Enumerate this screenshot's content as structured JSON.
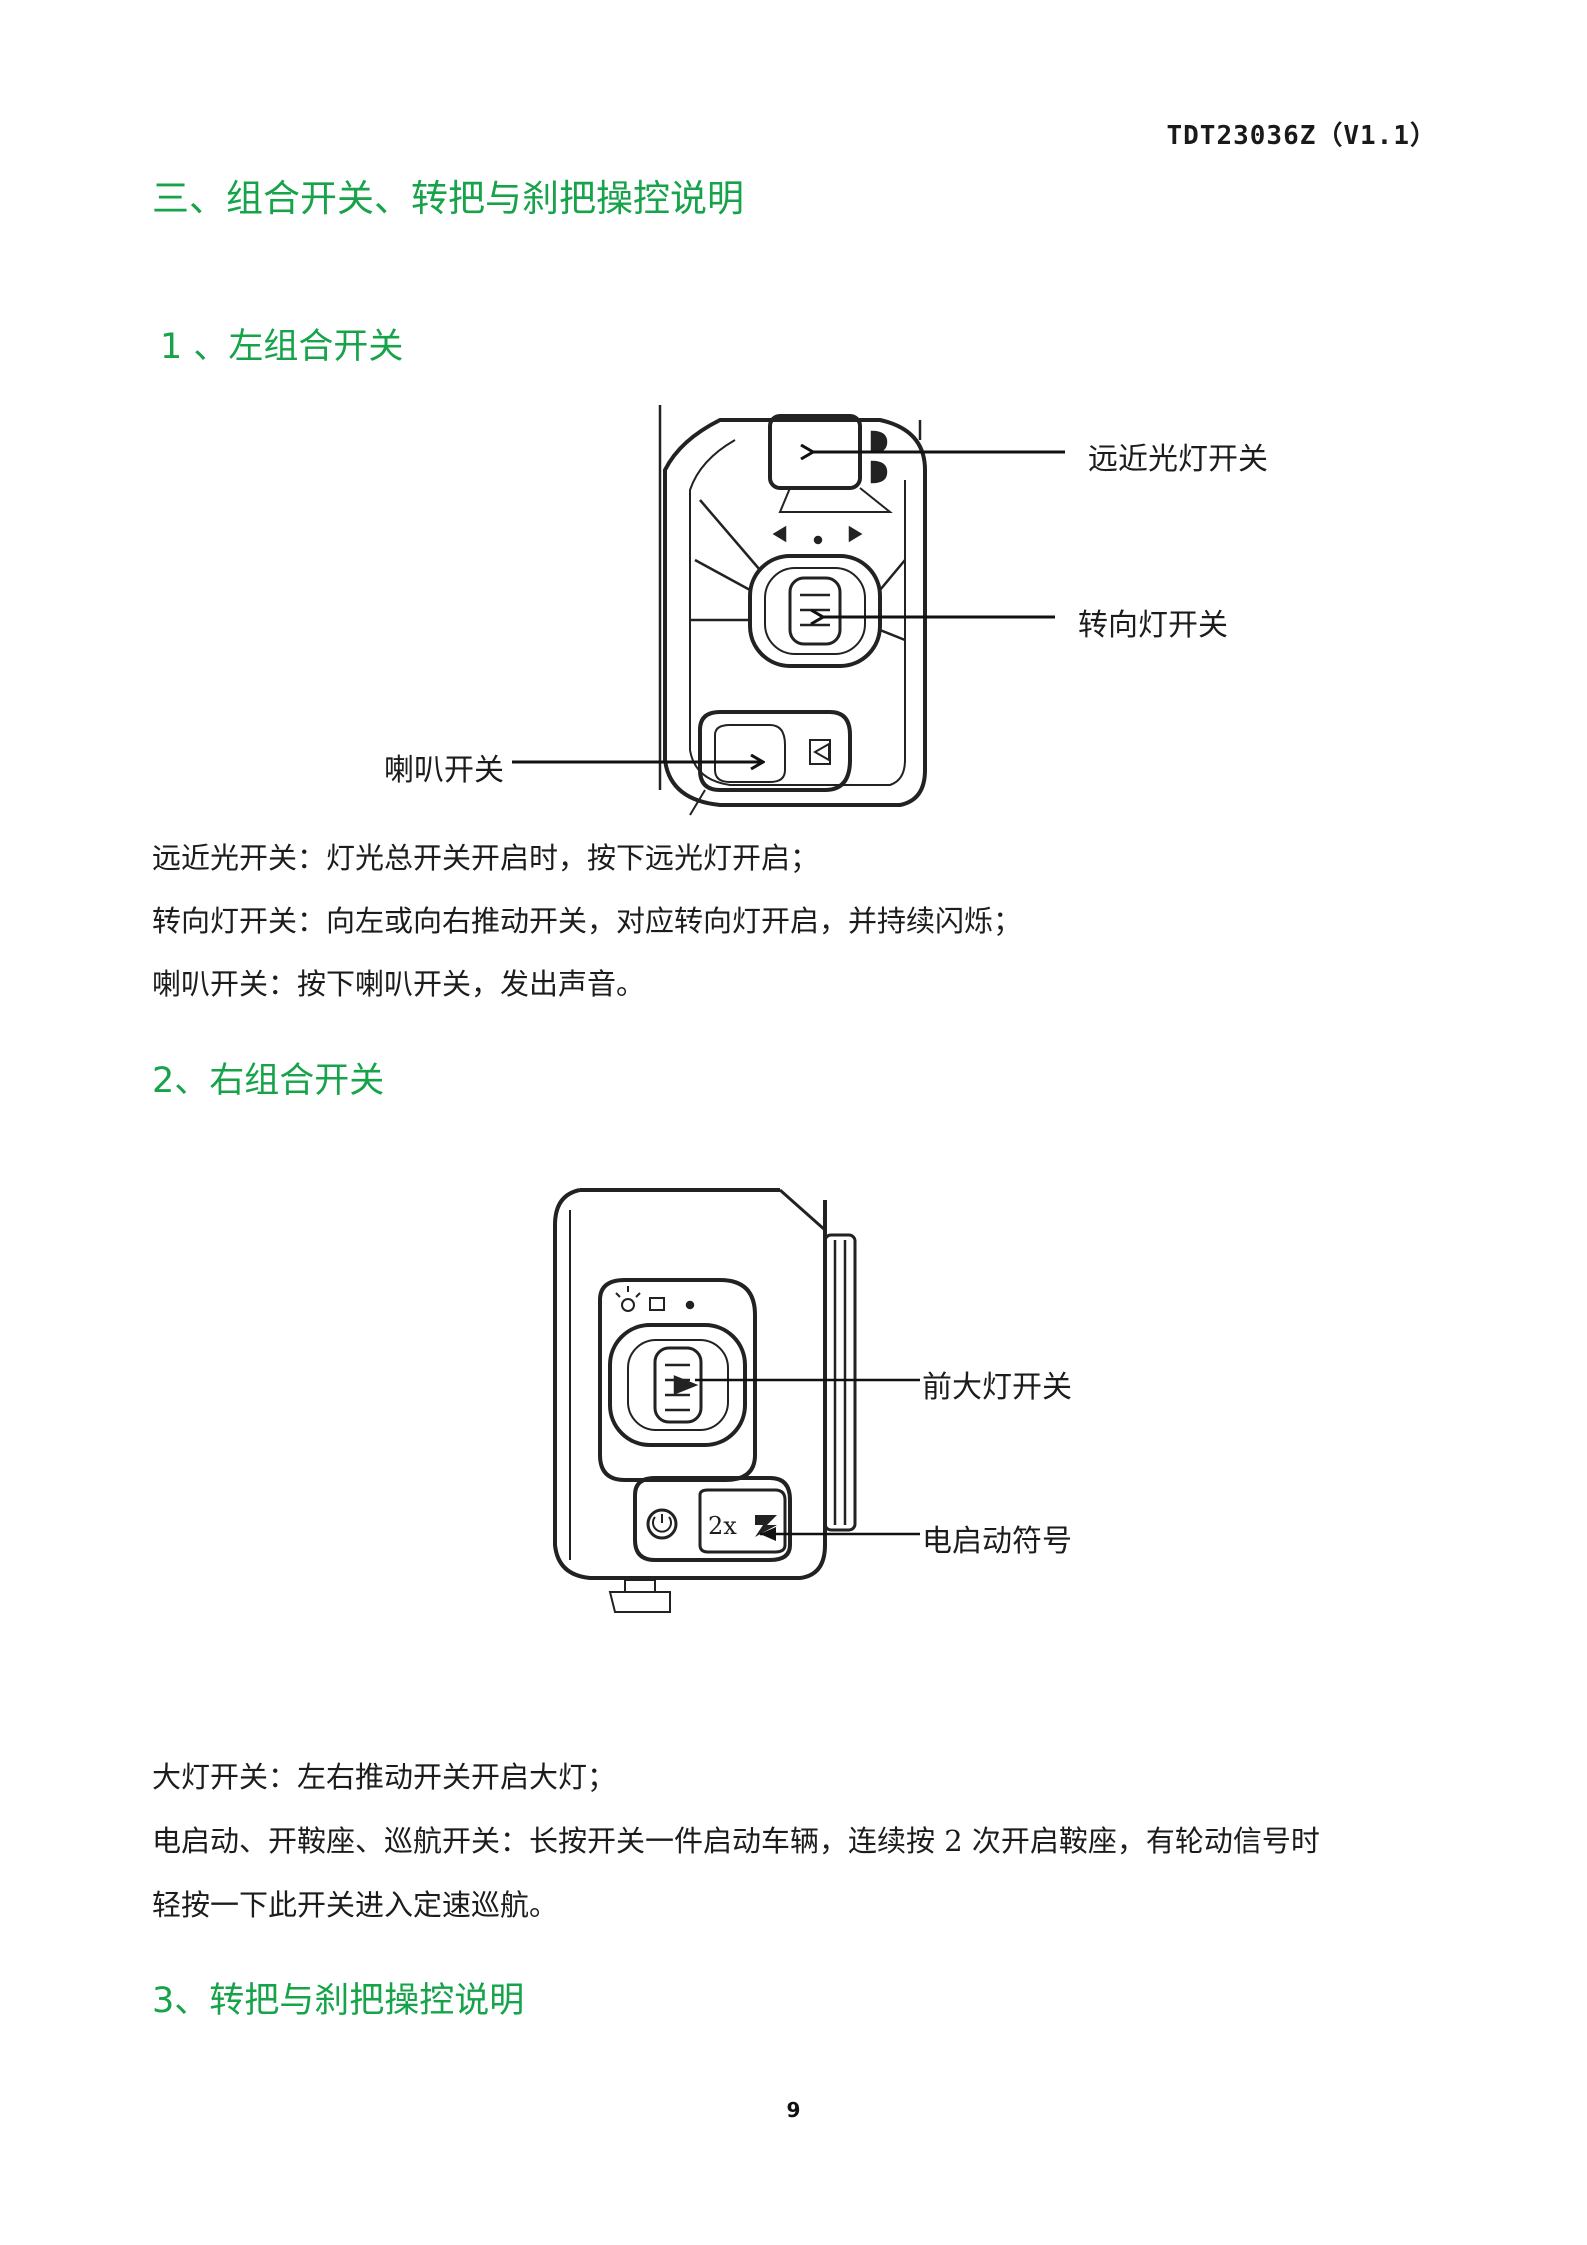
{
  "header": {
    "doc_code": "TDT23036Z（V1.1）"
  },
  "section_title": "三、组合开关、转把与刹把操控说明",
  "left_switch": {
    "heading": "1 、左组合开关",
    "callouts": {
      "beam": "远近光灯开关",
      "turn": "转向灯开关",
      "horn": "喇叭开关"
    },
    "descriptions": [
      "远近光开关：灯光总开关开启时，按下远光灯开启；",
      "转向灯开关：向左或向右推动开关，对应转向灯开启，并持续闪烁；",
      "喇叭开关：按下喇叭开关，发出声音。"
    ]
  },
  "right_switch": {
    "heading": "2、右组合开关",
    "callouts": {
      "headlight": "前大灯开关",
      "start": "电启动符号"
    },
    "button_mark": "2x",
    "descriptions": [
      "大灯开关：左右推动开关开启大灯；",
      "电启动、开鞍座、巡航开关：长按开关一件启动车辆，连续按 2 次开启鞍座，有轮动信号时",
      "轻按一下此开关进入定速巡航。"
    ]
  },
  "section3": {
    "heading": "3、转把与刹把操控说明"
  },
  "footer": {
    "page_number": "9"
  },
  "colors": {
    "heading": "#16a34a",
    "text": "#1c1c1c",
    "line": "#222222"
  }
}
